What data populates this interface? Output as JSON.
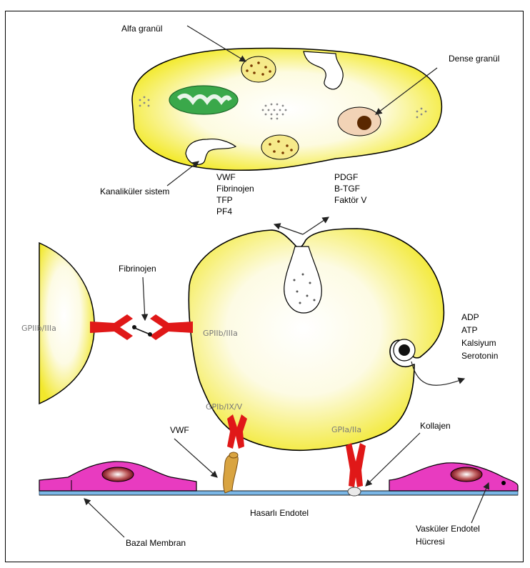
{
  "labels": {
    "alpha_granule": "Alfa granül",
    "dense_granule": "Dense granül",
    "canalicular": "Kanaliküler sistem",
    "alpha_contents": [
      "VWF",
      "Fibrinojen",
      "TFP",
      "PF4"
    ],
    "dense_contents": [
      "PDGF",
      "B-TGF",
      "Faktör V"
    ],
    "fibrinogen": "Fibrinojen",
    "release_products": [
      "ADP",
      "ATP",
      "Kalsiyum",
      "Serotonin"
    ],
    "vwf": "VWF",
    "collagen": "Kollajen",
    "subendothelium": "Hasarlı Endotel",
    "basement_membrane": "Bazal Membran",
    "vascular_endothelial": [
      "Vasküler Endotel",
      "Hücresi"
    ]
  },
  "receptors": {
    "gp2b3a_left": "GPIIb/IIIa",
    "gp2b3a_right": "GPIIb/IIIa",
    "gp1b9_5": "GPIb/IX/V",
    "gp1a2a": "GPIa/IIa"
  },
  "colors": {
    "platelet_fill": "#f5ef3c",
    "receptor": "#e01818",
    "endothelial_cell": "#e83bc0",
    "mitochondrion": "#3aa84a",
    "vwf_fiber": "#d9a441",
    "vessel_line": "#7ab6e6"
  }
}
